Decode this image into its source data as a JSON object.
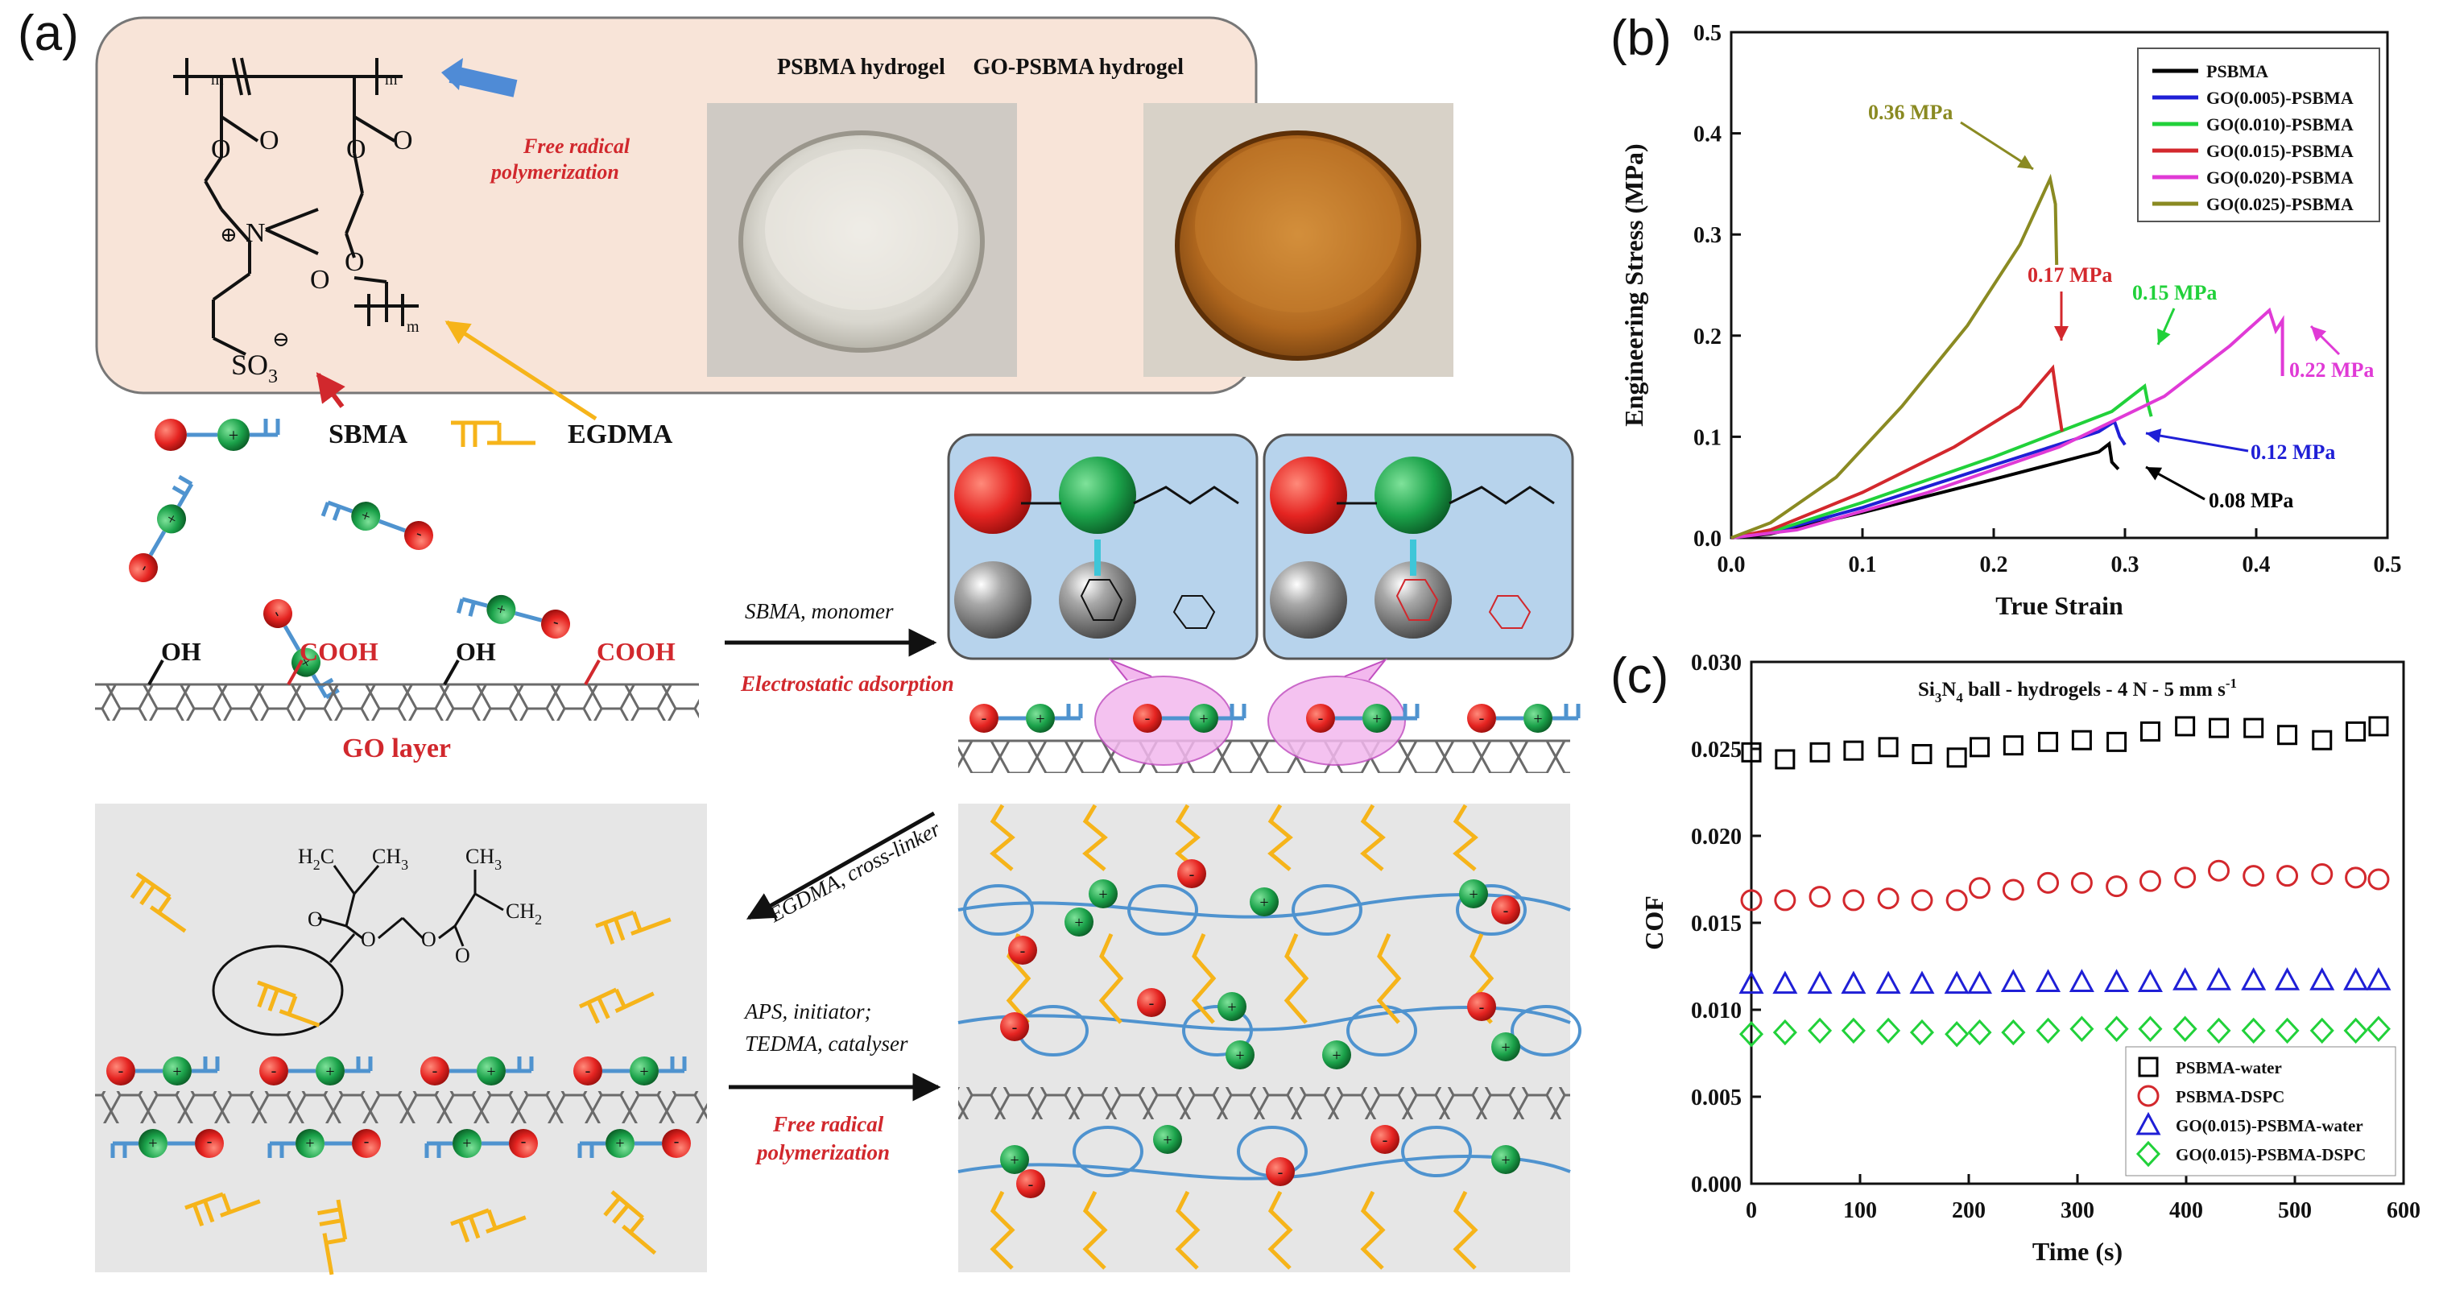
{
  "panel_labels": {
    "a": "(a)",
    "b": "(b)",
    "c": "(c)"
  },
  "panel_a": {
    "photo_psbma_label": "PSBMA hydrogel",
    "photo_go_label": "GO-PSBMA hydrogel",
    "free_radical_note": [
      "Free radical",
      "polymerization"
    ],
    "monomer_sbma": "SBMA",
    "crosslinker_egdma": "EGDMA",
    "so3_label": "SO",
    "so3_sub": "3",
    "subscript_m": "m",
    "go_oh": "OH",
    "go_cooh": "COOH",
    "go_layer_label": "GO layer",
    "arrow1_top": "SBMA, monomer",
    "arrow1_bottom": "Electrostatic adsorption",
    "arrow2_label": "EGDMA, cross-linker",
    "arrow3_line1": "APS, initiator;",
    "arrow3_line2": "TEDMA, catalyser",
    "arrow3_bottom": [
      "Free radical",
      "polymerization"
    ],
    "egdma_h2c": "H",
    "egdma_ch3_a": "CH",
    "egdma_ch3_b": "CH",
    "egdma_ch2": "CH",
    "colors": {
      "anion": "#e52421",
      "cation": "#1ba24a",
      "chain": "#4f93cf",
      "crosslink": "#f6b41a",
      "note_red": "#d1282d",
      "box_pink": "#f8e4d8",
      "box_blue": "#b7d3ec",
      "box_gray": "#e6e6e6"
    }
  },
  "panel_b": {
    "chart_data": {
      "type": "line",
      "xlabel": "True Strain",
      "ylabel": "Engineering Stress (MPa)",
      "xlim": [
        0.0,
        0.5
      ],
      "ylim": [
        0.0,
        0.5
      ],
      "xticks": [
        "0.0",
        "0.1",
        "0.2",
        "0.3",
        "0.4",
        "0.5"
      ],
      "yticks": [
        "0.0",
        "0.1",
        "0.2",
        "0.3",
        "0.4",
        "0.5"
      ],
      "legend_position": "top-right",
      "series": [
        {
          "name": "PSBMA",
          "color": "#000000",
          "x": [
            0.0,
            0.03,
            0.1,
            0.2,
            0.28,
            0.288,
            0.29,
            0.295
          ],
          "y": [
            0.0,
            0.004,
            0.025,
            0.058,
            0.085,
            0.093,
            0.075,
            0.068
          ]
        },
        {
          "name": "GO(0.005)-PSBMA",
          "color": "#1f1fd6",
          "x": [
            0.0,
            0.03,
            0.1,
            0.2,
            0.28,
            0.292,
            0.296,
            0.3
          ],
          "y": [
            0.0,
            0.005,
            0.03,
            0.072,
            0.105,
            0.115,
            0.1,
            0.092
          ]
        },
        {
          "name": "GO(0.010)-PSBMA",
          "color": "#21d13a",
          "x": [
            0.0,
            0.03,
            0.1,
            0.2,
            0.29,
            0.315,
            0.318,
            0.32
          ],
          "y": [
            0.0,
            0.006,
            0.035,
            0.08,
            0.125,
            0.15,
            0.13,
            0.12
          ]
        },
        {
          "name": "GO(0.015)-PSBMA",
          "color": "#d3282d",
          "x": [
            0.0,
            0.03,
            0.1,
            0.17,
            0.22,
            0.245,
            0.248,
            0.252
          ],
          "y": [
            0.0,
            0.008,
            0.045,
            0.09,
            0.13,
            0.168,
            0.14,
            0.105
          ]
        },
        {
          "name": "GO(0.020)-PSBMA",
          "color": "#e03ad6",
          "x": [
            0.0,
            0.05,
            0.15,
            0.25,
            0.33,
            0.38,
            0.41,
            0.415,
            0.42,
            0.42
          ],
          "y": [
            0.0,
            0.008,
            0.045,
            0.09,
            0.14,
            0.19,
            0.225,
            0.205,
            0.215,
            0.16
          ]
        },
        {
          "name": "GO(0.025)-PSBMA",
          "color": "#8a8a22",
          "x": [
            0.0,
            0.03,
            0.08,
            0.13,
            0.18,
            0.22,
            0.243,
            0.247,
            0.248
          ],
          "y": [
            0.0,
            0.015,
            0.06,
            0.13,
            0.21,
            0.29,
            0.355,
            0.33,
            0.27
          ]
        }
      ],
      "annotations": [
        {
          "text": "0.36 MPa",
          "color": "#8a8a22"
        },
        {
          "text": "0.17 MPa",
          "color": "#d3282d"
        },
        {
          "text": "0.15 MPa",
          "color": "#21d13a"
        },
        {
          "text": "0.22 MPa",
          "color": "#e03ad6"
        },
        {
          "text": "0.12 MPa",
          "color": "#1f1fd6"
        },
        {
          "text": "0.08 MPa",
          "color": "#000000"
        }
      ]
    }
  },
  "panel_c": {
    "chart_data": {
      "type": "scatter",
      "title": "Si3N4 ball - hydrogels - 4 N - 5 mm s-1",
      "title_parts": {
        "si": "Si",
        "sub3": "3",
        "n": "N",
        "sub4": "4",
        "rest": " ball - hydrogels - 4 N - 5 mm s",
        "sup": "-1"
      },
      "xlabel": "Time (s)",
      "ylabel": "COF",
      "xlim": [
        0,
        600
      ],
      "ylim": [
        0.0,
        0.03
      ],
      "xticks": [
        "0",
        "100",
        "200",
        "300",
        "400",
        "500",
        "600"
      ],
      "yticks": [
        "0.000",
        "0.005",
        "0.010",
        "0.015",
        "0.020",
        "0.025",
        "0.030"
      ],
      "legend_position": "bottom-right",
      "x": [
        0,
        31,
        63,
        94,
        126,
        157,
        189,
        210,
        241,
        273,
        304,
        336,
        367,
        399,
        430,
        462,
        493,
        525,
        556,
        577
      ],
      "series": [
        {
          "name": "PSBMA-water",
          "marker": "square",
          "color": "#000000",
          "values": [
            0.0248,
            0.0244,
            0.0248,
            0.0249,
            0.0251,
            0.0247,
            0.0245,
            0.0251,
            0.0252,
            0.0254,
            0.0255,
            0.0254,
            0.026,
            0.0263,
            0.0262,
            0.0262,
            0.0258,
            0.0255,
            0.026,
            0.0263
          ]
        },
        {
          "name": "PSBMA-DSPC",
          "marker": "circle",
          "color": "#d3282d",
          "values": [
            0.0163,
            0.0163,
            0.0165,
            0.0163,
            0.0164,
            0.0163,
            0.0163,
            0.017,
            0.0169,
            0.0173,
            0.0173,
            0.0171,
            0.0174,
            0.0176,
            0.018,
            0.0177,
            0.0177,
            0.0178,
            0.0176,
            0.0175
          ]
        },
        {
          "name": "GO(0.015)-PSBMA-water",
          "marker": "triangle",
          "color": "#1f1fd6",
          "values": [
            0.0115,
            0.0115,
            0.0115,
            0.0115,
            0.0115,
            0.0115,
            0.0115,
            0.0115,
            0.0116,
            0.0116,
            0.0116,
            0.0116,
            0.0116,
            0.0117,
            0.0117,
            0.0117,
            0.0117,
            0.0117,
            0.0117,
            0.0117
          ]
        },
        {
          "name": "GO(0.015)-PSBMA-DSPC",
          "marker": "diamond",
          "color": "#21d13a",
          "values": [
            0.0086,
            0.0087,
            0.0088,
            0.0088,
            0.0088,
            0.0087,
            0.0086,
            0.0087,
            0.0087,
            0.0088,
            0.0089,
            0.0089,
            0.0089,
            0.0089,
            0.0088,
            0.0088,
            0.0088,
            0.0088,
            0.0088,
            0.0089
          ]
        }
      ]
    }
  }
}
